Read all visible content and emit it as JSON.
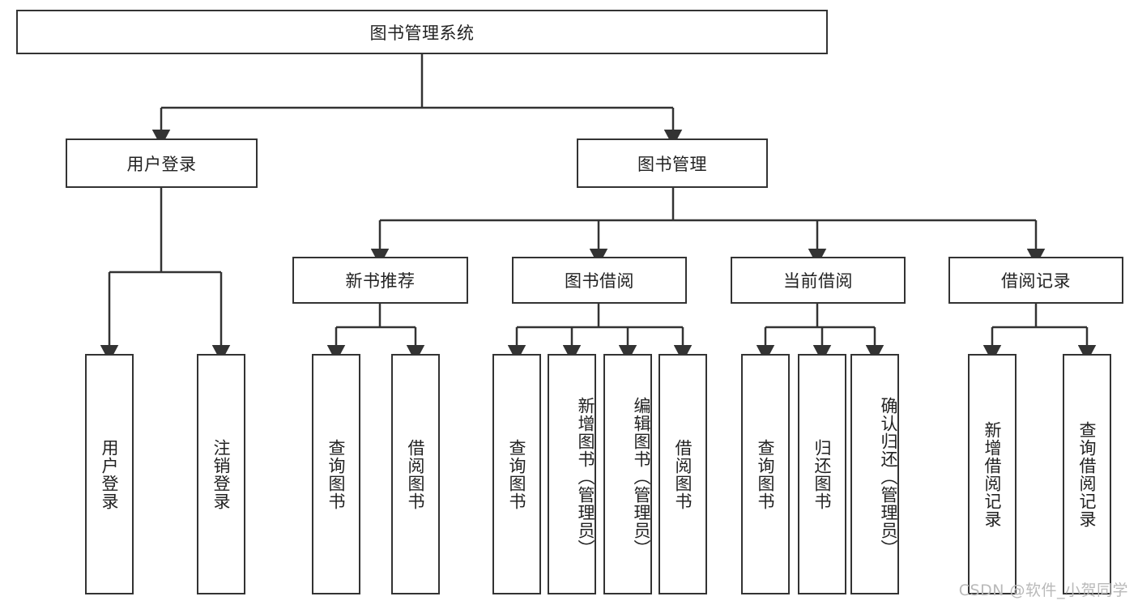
{
  "diagram": {
    "type": "tree-hierarchy-diagram",
    "title": "图书管理系统",
    "root": {
      "id": "root",
      "label": "图书管理系统"
    },
    "level1": [
      {
        "id": "user-login",
        "label": "用户登录"
      },
      {
        "id": "book-management",
        "label": "图书管理"
      }
    ],
    "level2": [
      {
        "id": "new-book-recommend",
        "label": "新书推荐",
        "parent": "book-management"
      },
      {
        "id": "book-borrow",
        "label": "图书借阅",
        "parent": "book-management"
      },
      {
        "id": "current-borrow",
        "label": "当前借阅",
        "parent": "book-management"
      },
      {
        "id": "borrow-record",
        "label": "借阅记录",
        "parent": "book-management"
      }
    ],
    "leaves": [
      {
        "id": "leaf-user-login",
        "label": "用户登录",
        "parent": "user-login"
      },
      {
        "id": "leaf-logout-login",
        "label": "注销登录",
        "parent": "user-login"
      },
      {
        "id": "leaf-query-book-1",
        "label": "查询图书",
        "parent": "new-book-recommend"
      },
      {
        "id": "leaf-borrow-book-1",
        "label": "借阅图书",
        "parent": "new-book-recommend"
      },
      {
        "id": "leaf-query-book-2",
        "label": "查询图书",
        "parent": "book-borrow"
      },
      {
        "id": "leaf-add-book",
        "label": "新增图书（管理员）",
        "parent": "book-borrow"
      },
      {
        "id": "leaf-edit-book",
        "label": "编辑图书（管理员）",
        "parent": "book-borrow"
      },
      {
        "id": "leaf-borrow-book-2",
        "label": "借阅图书",
        "parent": "book-borrow"
      },
      {
        "id": "leaf-query-book-3",
        "label": "查询图书",
        "parent": "current-borrow"
      },
      {
        "id": "leaf-return-book",
        "label": "归还图书",
        "parent": "current-borrow"
      },
      {
        "id": "leaf-confirm-return",
        "label": "确认归还（管理员）",
        "parent": "current-borrow"
      },
      {
        "id": "leaf-add-record",
        "label": "新增借阅记录",
        "parent": "borrow-record"
      },
      {
        "id": "leaf-query-record",
        "label": "查询借阅记录",
        "parent": "borrow-record"
      }
    ],
    "watermark": "CSDN @软件_小贺同学",
    "colors": {
      "stroke": "#333333",
      "fill": "#ffffff",
      "text": "#222222",
      "watermark": "#b9b9b9"
    }
  }
}
